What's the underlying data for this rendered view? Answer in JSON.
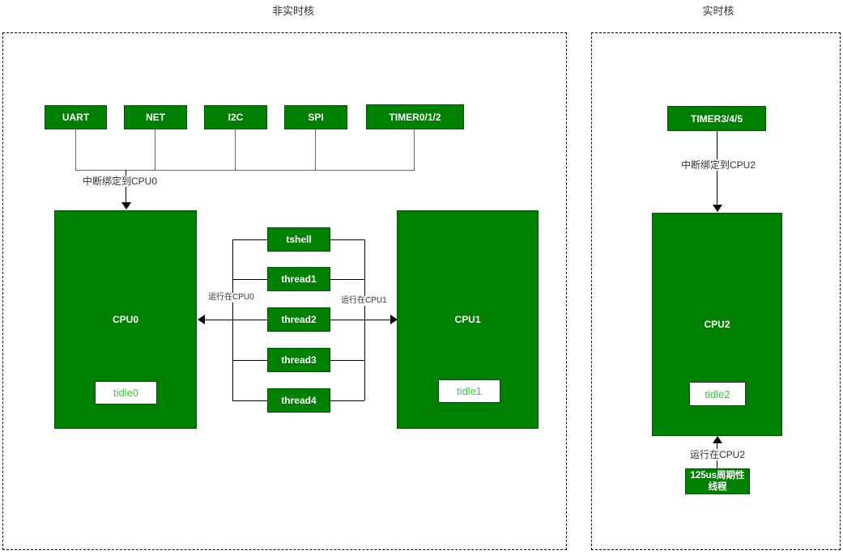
{
  "colors": {
    "box_fill": "#008000",
    "box_border": "#005700",
    "idle_text_green": "#33cc33",
    "connector_gray": "#666666",
    "arrow_black": "#000000",
    "label_text": "#333333"
  },
  "left_panel": {
    "title": "非实时核",
    "peripherals": [
      {
        "label": "UART"
      },
      {
        "label": "NET"
      },
      {
        "label": "I2C"
      },
      {
        "label": "SPI"
      },
      {
        "label": "TIMER0/1/2"
      }
    ],
    "interrupt_binding_label": "中断绑定到CPU0",
    "cpu0": {
      "label": "CPU0",
      "idle_thread": "tidle0"
    },
    "cpu1": {
      "label": "CPU1",
      "idle_thread": "tidle1"
    },
    "threads": [
      {
        "label": "tshell"
      },
      {
        "label": "thread1"
      },
      {
        "label": "thread2"
      },
      {
        "label": "thread3"
      },
      {
        "label": "thread4"
      }
    ],
    "runs_on_cpu0_label": "运行在CPU0",
    "runs_on_cpu1_label": "运行在CPU1"
  },
  "right_panel": {
    "title": "实时核",
    "timer_box": {
      "label": "TIMER3/4/5"
    },
    "interrupt_binding_label": "中断绑定到CPU2",
    "cpu2": {
      "label": "CPU2",
      "idle_thread": "tidle2"
    },
    "runs_on_cpu2_label": "运行在CPU2",
    "periodic_thread": {
      "line1": "125us周期性",
      "line2": "线程"
    }
  }
}
